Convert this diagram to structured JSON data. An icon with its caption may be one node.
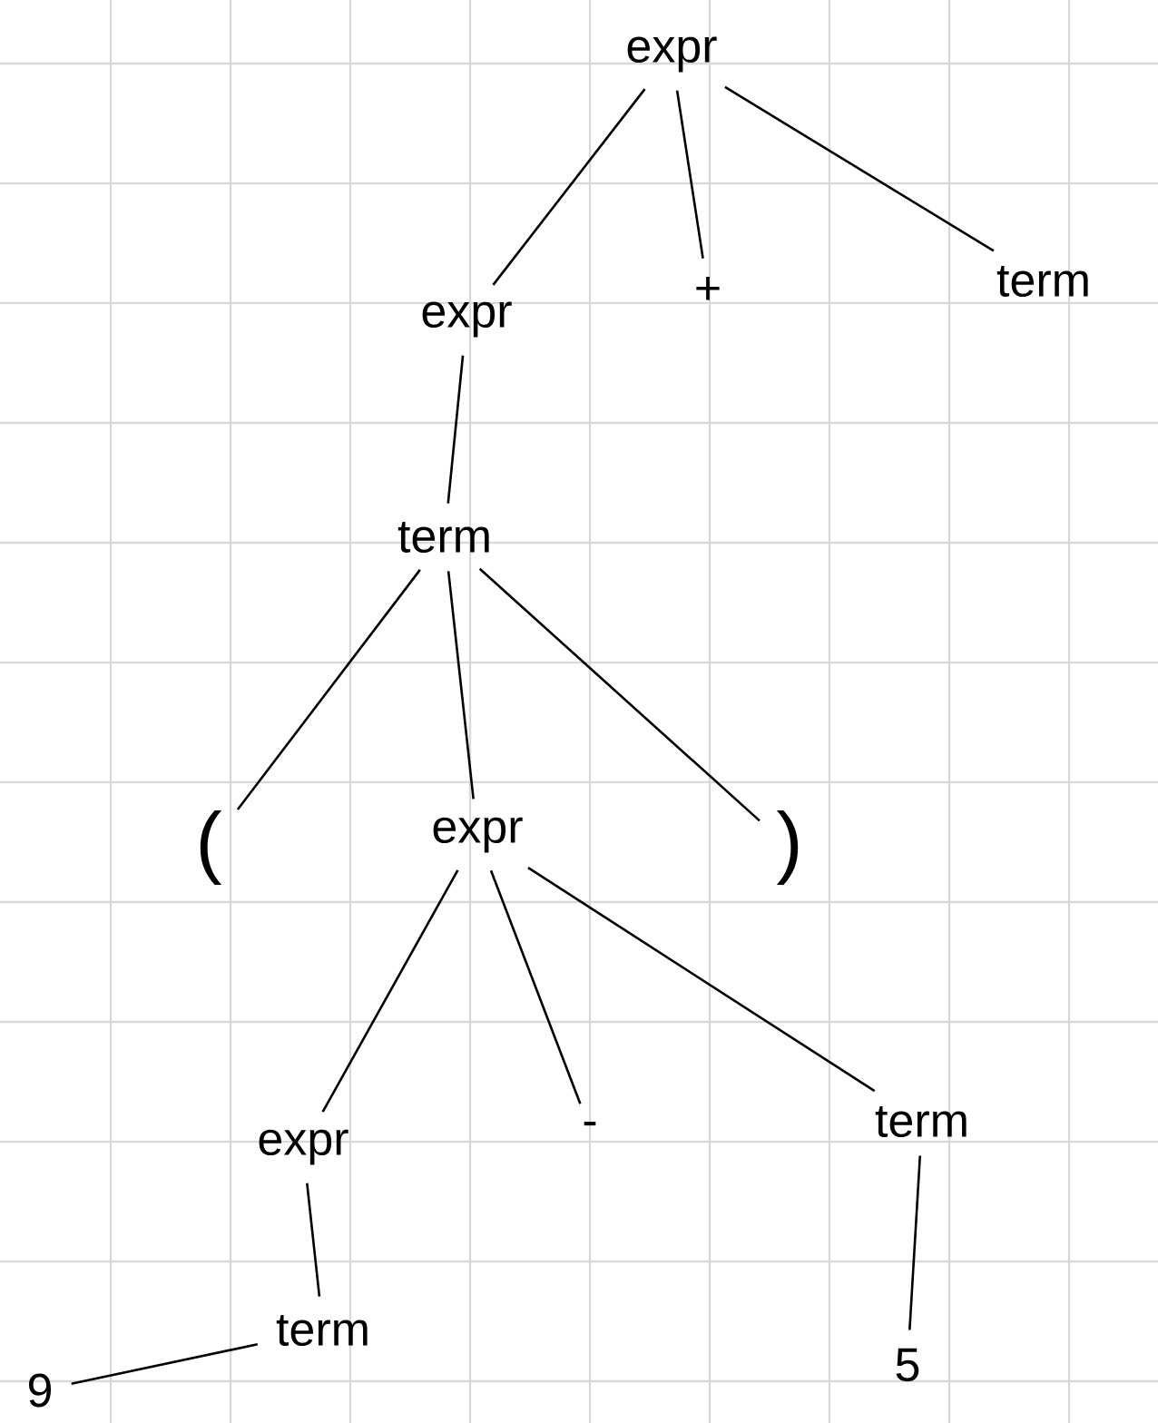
{
  "diagram": {
    "nodes": [
      {
        "text": [
          "expr"
        ]
      },
      {
        "text": [
          "expr"
        ]
      },
      {
        "text": [
          "+"
        ]
      },
      {
        "text": [
          "term"
        ]
      },
      {
        "text": [
          "term"
        ]
      },
      {
        "text": [
          "("
        ]
      },
      {
        "text": [
          "expr"
        ]
      },
      {
        "text": [
          ")"
        ]
      },
      {
        "text": [
          "expr"
        ]
      },
      {
        "text": [
          "-"
        ]
      },
      {
        "text": [
          "term"
        ]
      },
      {
        "text": [
          "term"
        ]
      },
      {
        "text": [
          "9"
        ]
      },
      {
        "text": [
          "5"
        ]
      }
    ],
    "edges": [
      {
        "from": 0,
        "to": 1,
        "arrow": "none"
      },
      {
        "from": 0,
        "to": 2,
        "arrow": "none"
      },
      {
        "from": 0,
        "to": 3,
        "arrow": "none"
      },
      {
        "from": 1,
        "to": 4,
        "arrow": "none"
      },
      {
        "from": 4,
        "to": 5,
        "arrow": "none"
      },
      {
        "from": 4,
        "to": 6,
        "arrow": "none"
      },
      {
        "from": 4,
        "to": 7,
        "arrow": "none"
      },
      {
        "from": 6,
        "to": 8,
        "arrow": "none"
      },
      {
        "from": 6,
        "to": 9,
        "arrow": "none"
      },
      {
        "from": 6,
        "to": 10,
        "arrow": "none"
      },
      {
        "from": 8,
        "to": 11,
        "arrow": "none"
      },
      {
        "from": 11,
        "to": 12,
        "arrow": "none"
      },
      {
        "from": 10,
        "to": 13,
        "arrow": "none"
      }
    ]
  }
}
